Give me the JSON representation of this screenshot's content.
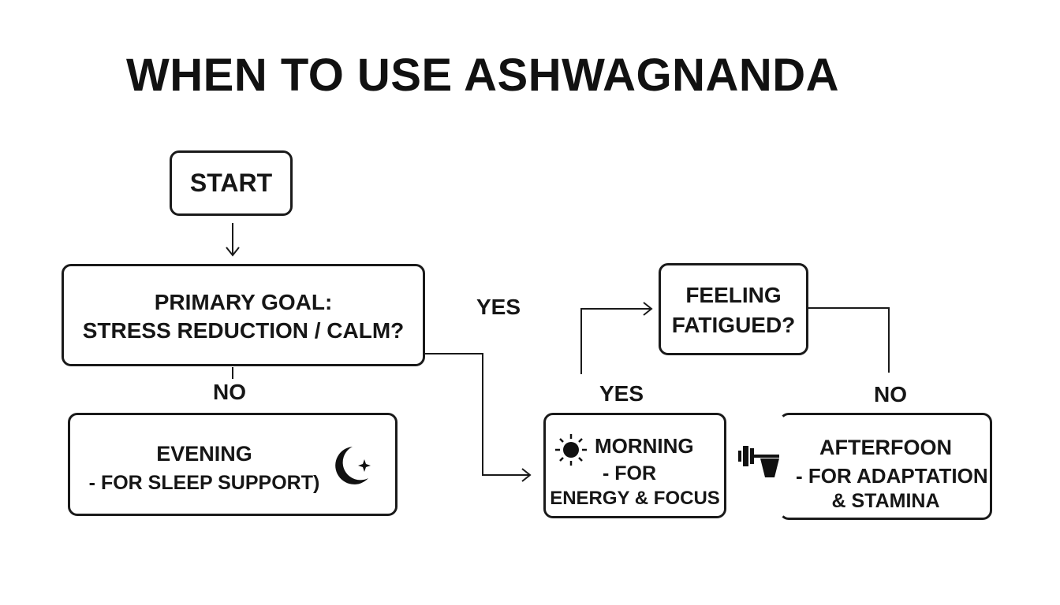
{
  "title": "WHEN TO USE ASHWAGNANDA",
  "nodes": {
    "start": "START",
    "goal_line1": "PRIMARY GOAL:",
    "goal_line2": "STRESS REDUCTION / CALM?",
    "fatigue_line1": "FEELING",
    "fatigue_line2": "FATIGUED?",
    "evening_line1": "EVENING",
    "evening_line2": "- FOR SLEEP SUPPORT)",
    "morning_line1": "MORNING",
    "morning_line2": "- FOR",
    "morning_line3": "ENERGY & FOCUS",
    "afternoon_line1": "AFTERFOON",
    "afternoon_line2": "- FOR ADAPTATION",
    "afternoon_line3": "& STAMINA"
  },
  "edge_labels": {
    "goal_yes": "YES",
    "goal_no": "NO",
    "fatigue_yes": "YES",
    "fatigue_no": "NO"
  },
  "icons": {
    "evening": "moon-star-icon",
    "morning": "sun-icon",
    "afternoon": "dumbbell-icon"
  }
}
